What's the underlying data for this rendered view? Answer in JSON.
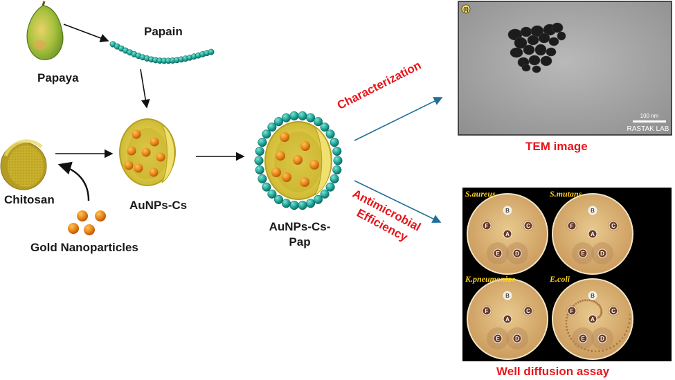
{
  "labels": {
    "papaya": "Papaya",
    "papain": "Papain",
    "chitosan": "Chitosan",
    "gold_nanoparticles": "Gold Nanoparticles",
    "aunps_cs": "AuNPs-Cs",
    "aunps_cs_pap_line1": "AuNPs-Cs-",
    "aunps_cs_pap_line2": "Pap",
    "characterization": "Characterization",
    "antimicrobial_line1": "Antimicrobial",
    "antimicrobial_line2": "Efficiency",
    "tem_image": "TEM image",
    "well_diffusion": "Well diffusion assay"
  },
  "tem": {
    "panel_id": "(I)",
    "scale_bar": "100 nm",
    "watermark": "RASTAK LAB"
  },
  "assay": {
    "plates": [
      {
        "organism": "S.aureus",
        "style": "clear"
      },
      {
        "organism": "S.mutans",
        "style": "clear"
      },
      {
        "organism": "K.pneumoniae",
        "style": "clear"
      },
      {
        "organism": "E.coli",
        "style": "spotted"
      }
    ],
    "well_letters": [
      "B",
      "C",
      "D",
      "E",
      "F",
      "A"
    ]
  },
  "colors": {
    "label_red": "#e8141a",
    "arrow_blue": "#1f6f9a",
    "shell_yellow": "#d4c23a",
    "gold_np": "#e88a1a",
    "papain_teal": "#1fa89a"
  }
}
